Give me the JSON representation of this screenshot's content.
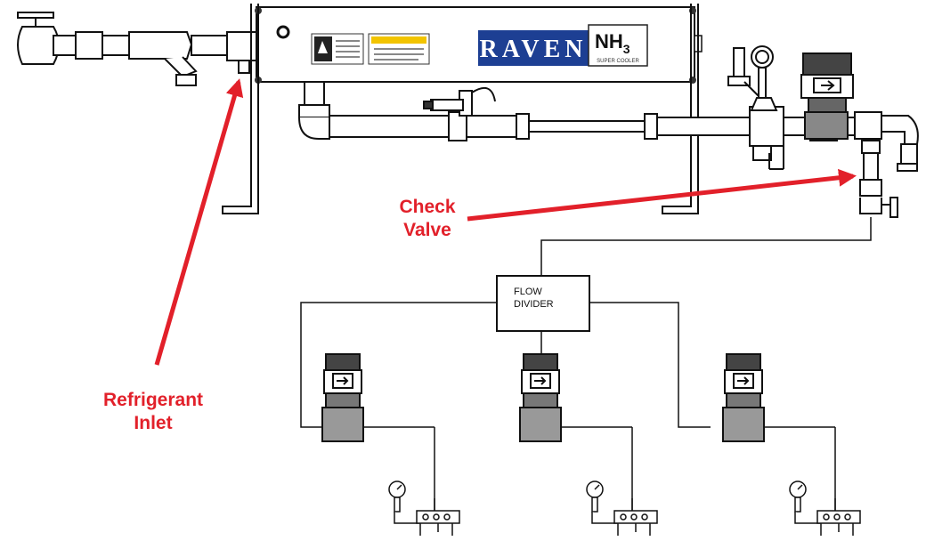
{
  "brand": {
    "name": "RAVEN",
    "product": "NH",
    "product_subscript": "3",
    "tagline": "SUPER COOLER"
  },
  "flow_divider": {
    "line1": "FLOW",
    "line2": "DIVIDER"
  },
  "callouts": {
    "check_valve": {
      "line1": "Check",
      "line2": "Valve"
    },
    "refrigerant_inlet": {
      "line1": "Refrigerant",
      "line2": "Inlet"
    }
  },
  "colors": {
    "callout": "#e2202a",
    "brand_blue": "#1d3f93",
    "line": "#111111"
  }
}
